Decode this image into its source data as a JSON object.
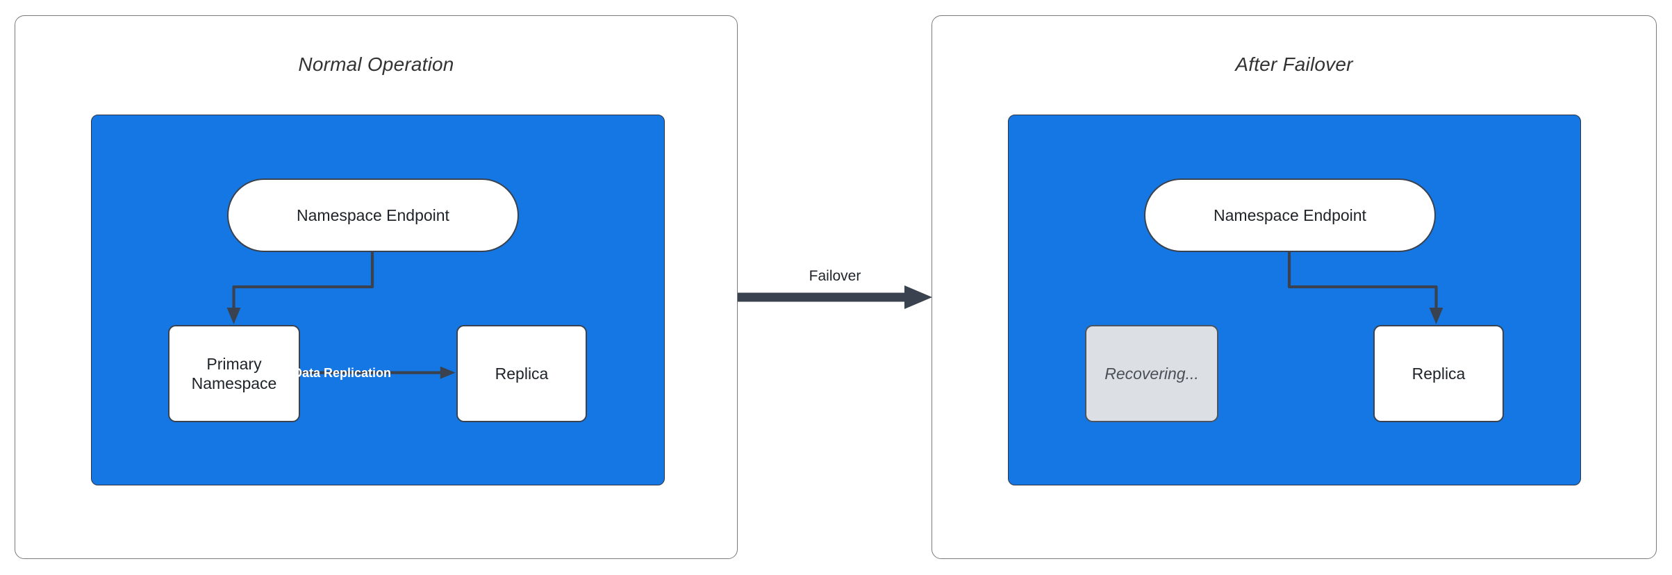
{
  "diagram": {
    "title_normal": "Normal Operation",
    "title_failover": "After Failover",
    "transition_label": "Failover",
    "colors": {
      "cluster_blue": "#1477e3",
      "node_stroke": "#39424e",
      "node_fill": "#ffffff",
      "muted_fill": "#dcdfe4",
      "panel_border": "#7a7a7a",
      "text": "#1f2328",
      "edge_label_text": "#ffffff"
    },
    "panels": [
      {
        "id": "normal-operation",
        "title": "Normal Operation",
        "nodes": [
          {
            "id": "endpoint",
            "label": "Namespace Endpoint",
            "shape": "pill",
            "state": "active"
          },
          {
            "id": "primary",
            "label": "Primary Namespace",
            "shape": "rect",
            "state": "active"
          },
          {
            "id": "replica",
            "label": "Replica",
            "shape": "rect",
            "state": "active"
          }
        ],
        "edges": [
          {
            "from": "endpoint",
            "to": "primary",
            "label": ""
          },
          {
            "from": "primary",
            "to": "replica",
            "label": "Data Replication"
          }
        ]
      },
      {
        "id": "after-failover",
        "title": "After Failover",
        "nodes": [
          {
            "id": "endpoint",
            "label": "Namespace Endpoint",
            "shape": "pill",
            "state": "active"
          },
          {
            "id": "recovering",
            "label": "Recovering...",
            "shape": "rect",
            "state": "muted"
          },
          {
            "id": "replica",
            "label": "Replica",
            "shape": "rect",
            "state": "active"
          }
        ],
        "edges": [
          {
            "from": "endpoint",
            "to": "replica",
            "label": ""
          }
        ]
      }
    ]
  }
}
